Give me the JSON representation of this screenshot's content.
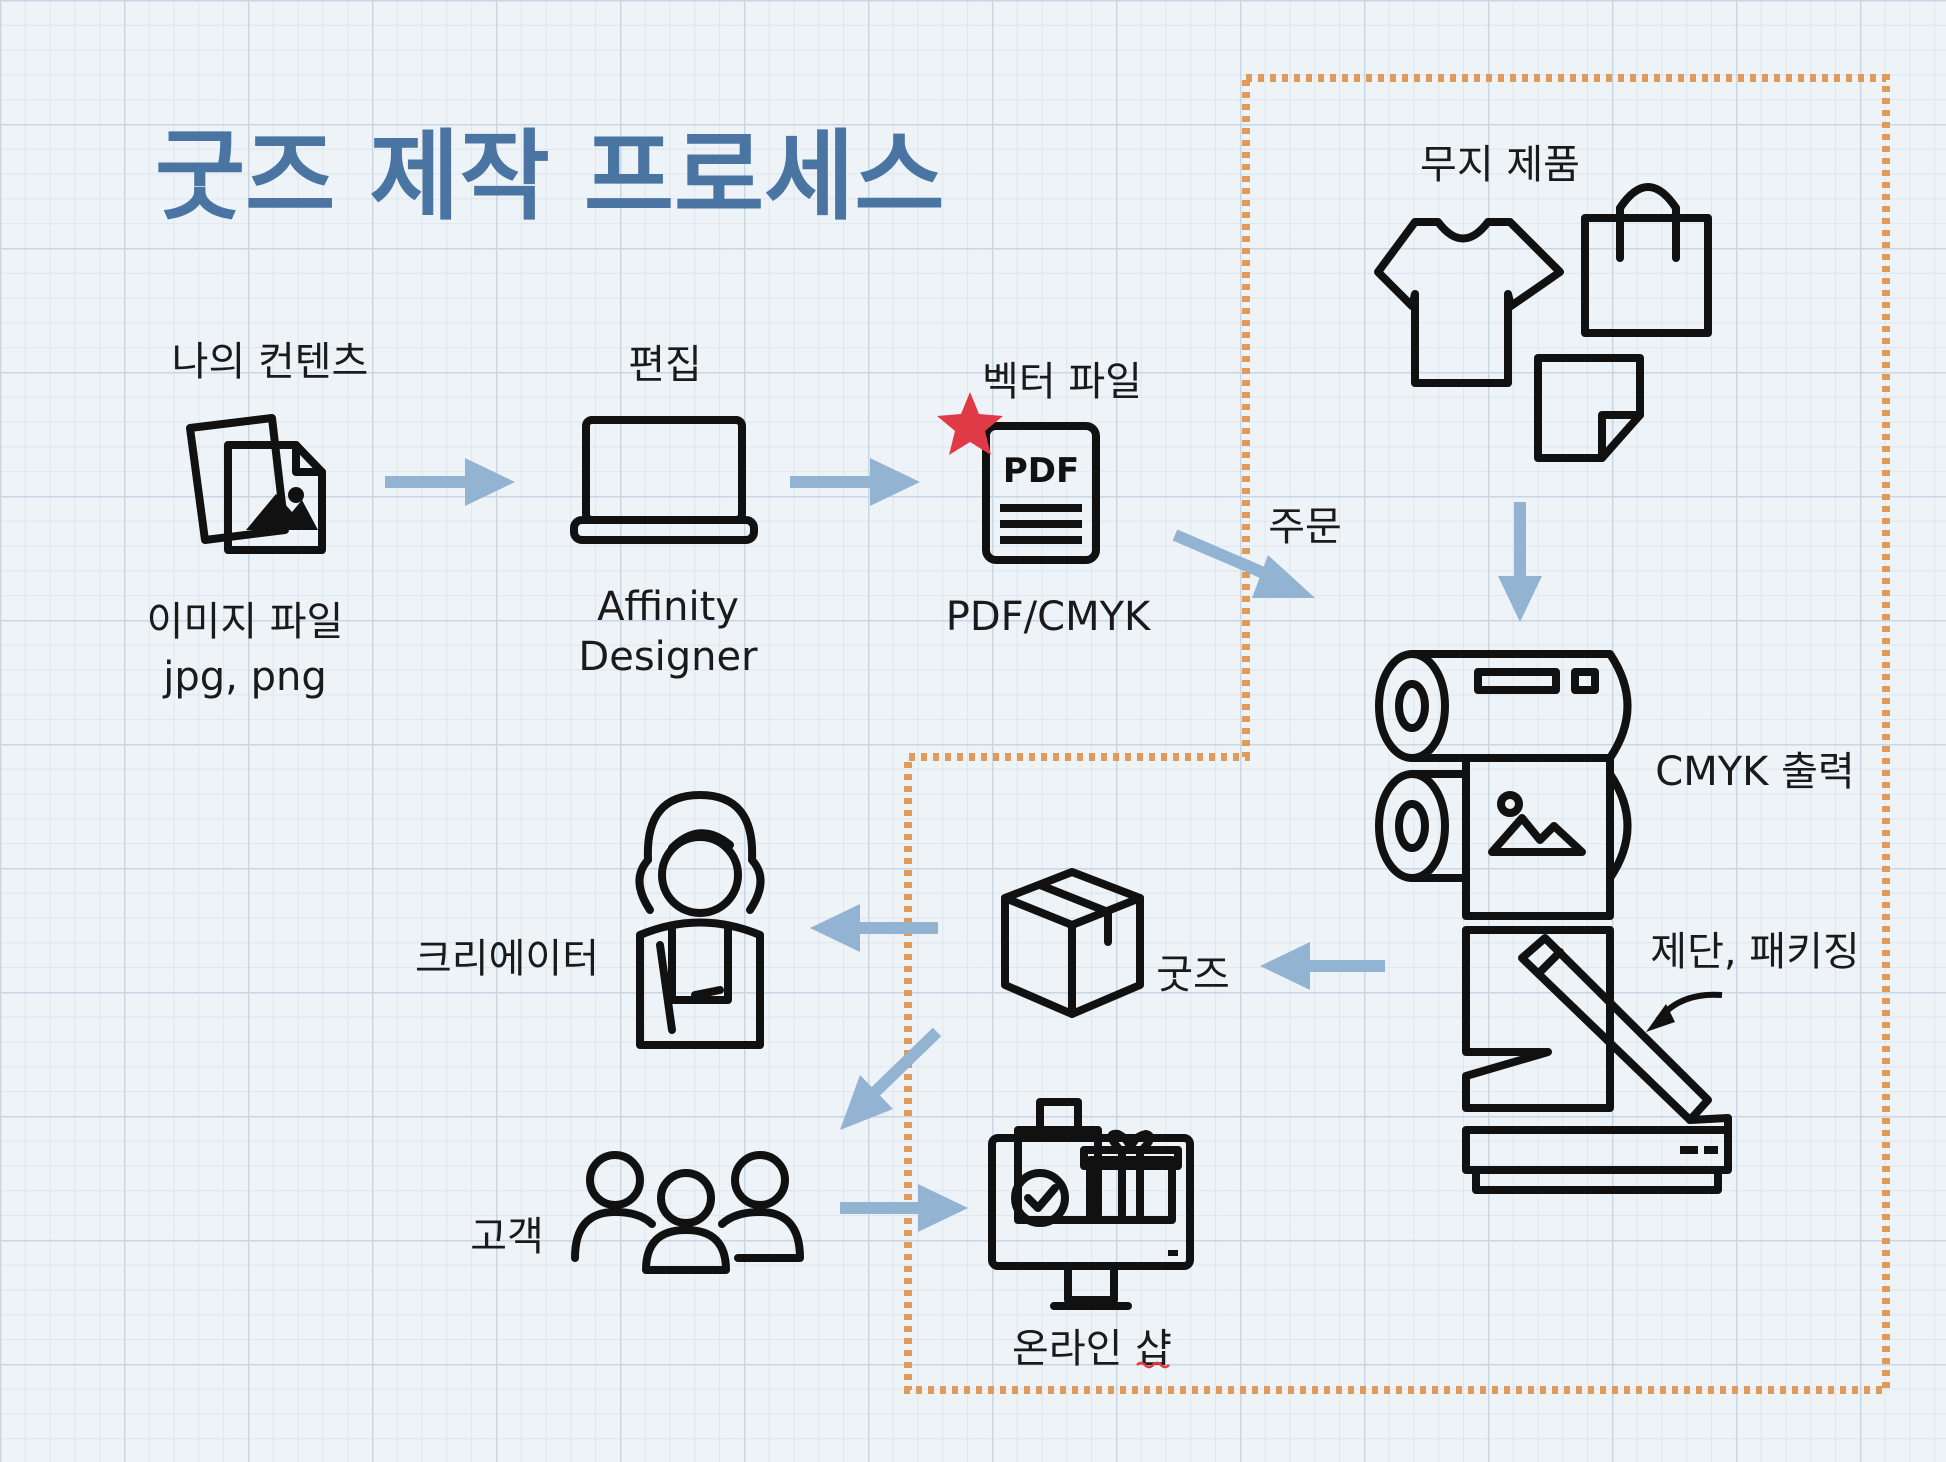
{
  "title": "굿즈 제작 프로세스",
  "nodes": {
    "my_content": {
      "top": "나의 컨텐츠",
      "line1": "이미지 파일",
      "line2": "jpg, png",
      "icon": "image-files-icon"
    },
    "edit": {
      "top": "편집",
      "line1": "Affinity",
      "line2": "Designer",
      "icon": "laptop-icon"
    },
    "vector": {
      "top": "벡터 파일",
      "badge": "PDF",
      "line1": "PDF/CMYK",
      "icon": "pdf-file-icon"
    },
    "order": {
      "label": "주문"
    },
    "blank": {
      "label": "무지 제품",
      "icon": "tshirt-bag-icon"
    },
    "print": {
      "label": "CMYK 출력",
      "icon": "roll-printer-icon"
    },
    "cut": {
      "label": "제단, 패키징",
      "icon": "cutter-icon"
    },
    "goods": {
      "label": "굿즈",
      "icon": "box-icon"
    },
    "creator": {
      "label": "크리에이터",
      "icon": "creator-icon"
    },
    "customer": {
      "label": "고객",
      "icon": "people-icon"
    },
    "shop": {
      "label": "온라인 샵",
      "icon": "online-shop-icon"
    }
  },
  "colors": {
    "title": "#4a75a3",
    "arrow": "#93b3d3",
    "dotted_border": "#e09a5a",
    "star": "#e03a47"
  }
}
